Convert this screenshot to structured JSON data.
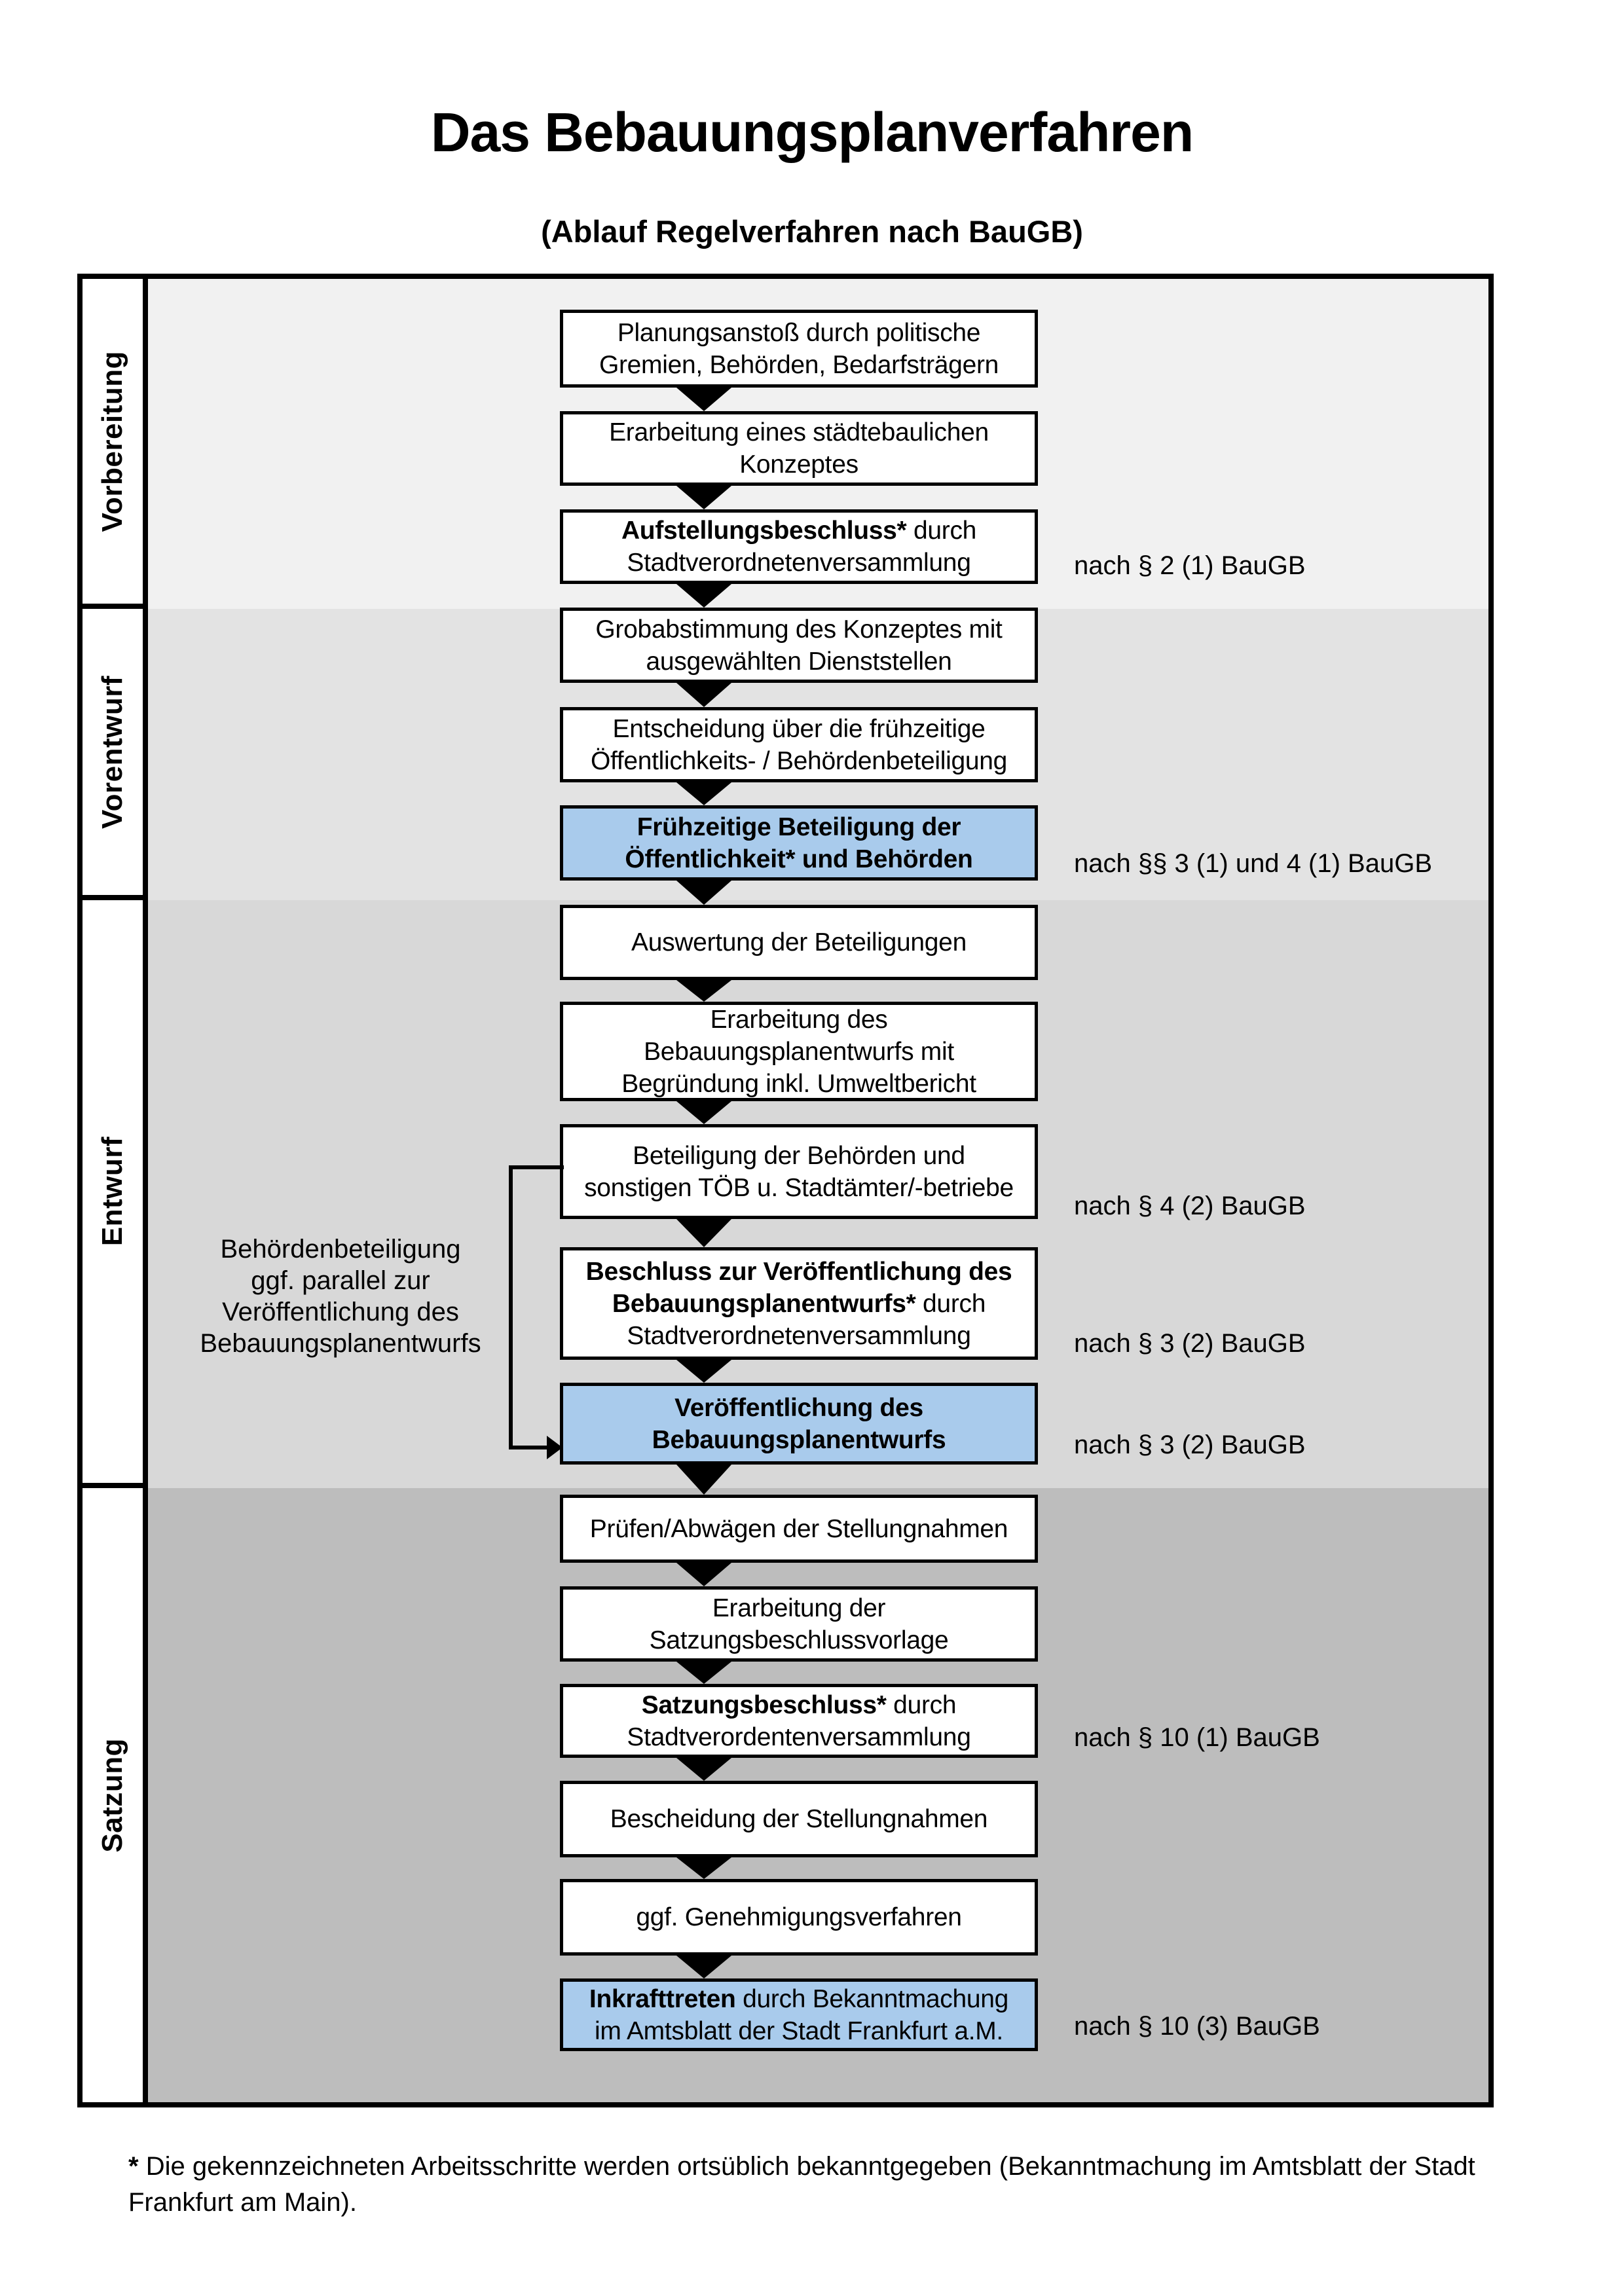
{
  "title": "Das Bebauungsplanverfahren",
  "subtitle": "(Ablauf Regelverfahren nach BauGB)",
  "colors": {
    "highlight_blue": "#a9cbec",
    "phase_vorbereitung_bg": "#f1f1f1",
    "phase_vorentwurf_bg": "#e3e3e3",
    "phase_entwurf_bg": "#d8d8d8",
    "phase_satzung_bg": "#bdbdbd",
    "border": "#000000"
  },
  "phases": [
    {
      "label": "Vorbereitung"
    },
    {
      "label": "Vorentwurf"
    },
    {
      "label": "Entwurf"
    },
    {
      "label": "Satzung"
    }
  ],
  "steps": [
    {
      "highlight": false,
      "lines": [
        [
          {
            "t": "Planungsanstoß durch politische",
            "b": false
          }
        ],
        [
          {
            "t": "Gremien, Behörden, Bedarfsträgern",
            "b": false
          }
        ]
      ]
    },
    {
      "highlight": false,
      "lines": [
        [
          {
            "t": "Erarbeitung eines städtebaulichen",
            "b": false
          }
        ],
        [
          {
            "t": "Konzeptes",
            "b": false
          }
        ]
      ]
    },
    {
      "highlight": false,
      "lines": [
        [
          {
            "t": "Aufstellungsbeschluss*",
            "b": true
          },
          {
            "t": " durch",
            "b": false
          }
        ],
        [
          {
            "t": "Stadtverordnetenversammlung",
            "b": false
          }
        ]
      ]
    },
    {
      "highlight": false,
      "lines": [
        [
          {
            "t": "Grobabstimmung des Konzeptes mit",
            "b": false
          }
        ],
        [
          {
            "t": "ausgewählten Dienststellen",
            "b": false
          }
        ]
      ]
    },
    {
      "highlight": false,
      "lines": [
        [
          {
            "t": "Entscheidung über die frühzeitige",
            "b": false
          }
        ],
        [
          {
            "t": "Öffentlichkeits- / Behördenbeteiligung",
            "b": false
          }
        ]
      ]
    },
    {
      "highlight": true,
      "lines": [
        [
          {
            "t": "Frühzeitige Beteiligung der",
            "b": true
          }
        ],
        [
          {
            "t": "Öffentlichkeit* und Behörden",
            "b": true
          }
        ]
      ]
    },
    {
      "highlight": false,
      "lines": [
        [
          {
            "t": "Auswertung der Beteiligungen",
            "b": false
          }
        ]
      ]
    },
    {
      "highlight": false,
      "lines": [
        [
          {
            "t": "Erarbeitung des",
            "b": false
          }
        ],
        [
          {
            "t": "Bebauungsplanentwurfs mit",
            "b": false
          }
        ],
        [
          {
            "t": "Begründung inkl. Umweltbericht",
            "b": false
          }
        ]
      ]
    },
    {
      "highlight": false,
      "lines": [
        [
          {
            "t": "Beteiligung der Behörden und",
            "b": false
          }
        ],
        [
          {
            "t": "sonstigen TÖB u. Stadtämter/-betriebe",
            "b": false
          }
        ]
      ]
    },
    {
      "highlight": false,
      "lines": [
        [
          {
            "t": "Beschluss zur Veröffentlichung des",
            "b": true
          }
        ],
        [
          {
            "t": "Bebauungsplanentwurfs*",
            "b": true
          },
          {
            "t": " durch",
            "b": false
          }
        ],
        [
          {
            "t": "Stadtverordnetenversammlung",
            "b": false
          }
        ]
      ]
    },
    {
      "highlight": true,
      "lines": [
        [
          {
            "t": "Veröffentlichung des",
            "b": true
          }
        ],
        [
          {
            "t": "Bebauungsplanentwurfs",
            "b": true
          }
        ]
      ]
    },
    {
      "highlight": false,
      "lines": [
        [
          {
            "t": "Prüfen/Abwägen der Stellungnahmen",
            "b": false
          }
        ]
      ]
    },
    {
      "highlight": false,
      "lines": [
        [
          {
            "t": "Erarbeitung der",
            "b": false
          }
        ],
        [
          {
            "t": "Satzungsbeschlussvorlage",
            "b": false
          }
        ]
      ]
    },
    {
      "highlight": false,
      "lines": [
        [
          {
            "t": "Satzungsbeschluss*",
            "b": true
          },
          {
            "t": " durch",
            "b": false
          }
        ],
        [
          {
            "t": "Stadtverordentenversammlung",
            "b": false
          }
        ]
      ]
    },
    {
      "highlight": false,
      "lines": [
        [
          {
            "t": "Bescheidung der Stellungnahmen",
            "b": false
          }
        ]
      ]
    },
    {
      "highlight": false,
      "lines": [
        [
          {
            "t": "ggf. Genehmigungsverfahren",
            "b": false
          }
        ]
      ]
    },
    {
      "highlight": true,
      "lines": [
        [
          {
            "t": "Inkrafttreten",
            "b": true
          },
          {
            "t": " durch Bekanntmachung",
            "b": false
          }
        ],
        [
          {
            "t": "im Amtsblatt der Stadt Frankfurt a.M.",
            "b": false
          }
        ]
      ]
    }
  ],
  "annotations": [
    "nach § 2 (1) BauGB",
    "nach §§ 3 (1) und 4 (1) BauGB",
    "nach § 4 (2) BauGB",
    "nach § 3 (2) BauGB",
    "nach § 3 (2) BauGB",
    "nach § 10 (1) BauGB",
    "nach § 10 (3) BauGB"
  ],
  "side_note": {
    "lines": [
      [
        {
          "t": "Behördenbeteiligung",
          "b": false
        }
      ],
      [
        {
          "t": "ggf. parallel zur",
          "b": false
        }
      ],
      [
        {
          "t": "Veröffentlichung des",
          "b": false
        }
      ],
      [
        {
          "t": "Bebauungsplanentwurfs",
          "b": false
        }
      ]
    ]
  },
  "footnote": {
    "lines": [
      [
        {
          "t": "*",
          "b": true
        },
        {
          "t": " Die gekennzeichneten Arbeitsschritte werden ortsüblich bekanntgegeben (Bekanntmachung im Amtsblatt  der Stadt",
          "b": false
        }
      ],
      [
        {
          "t": "Frankfurt am Main).",
          "b": false
        }
      ]
    ]
  }
}
